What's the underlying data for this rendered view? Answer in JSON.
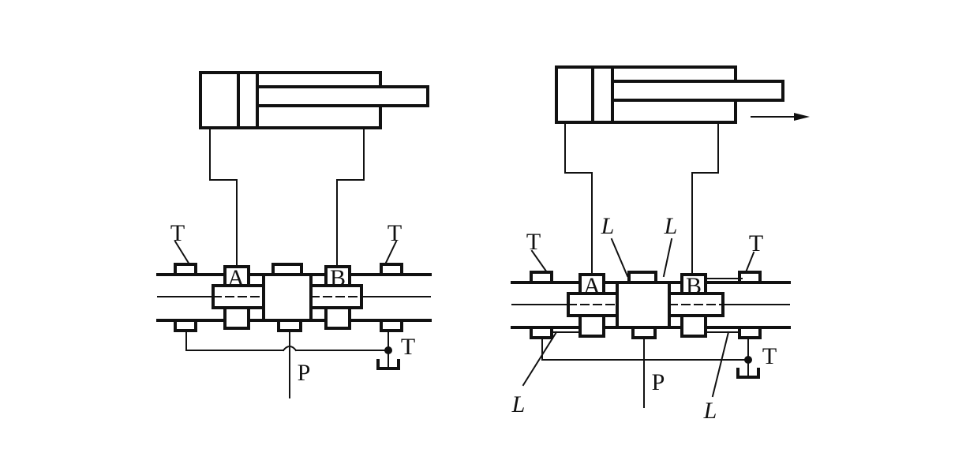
{
  "left_valve": {
    "port_a": "A",
    "port_b": "B",
    "tank_left": "T",
    "tank_right": "T",
    "tank_return": "T",
    "pressure": "P"
  },
  "right_valve": {
    "port_a": "A",
    "port_b": "B",
    "tank_left": "T",
    "tank_right": "T",
    "tank_return": "T",
    "pressure": "P",
    "leak_top_left": "L",
    "leak_top_right": "L",
    "leak_bottom_left": "L",
    "leak_bottom_right": "L"
  }
}
